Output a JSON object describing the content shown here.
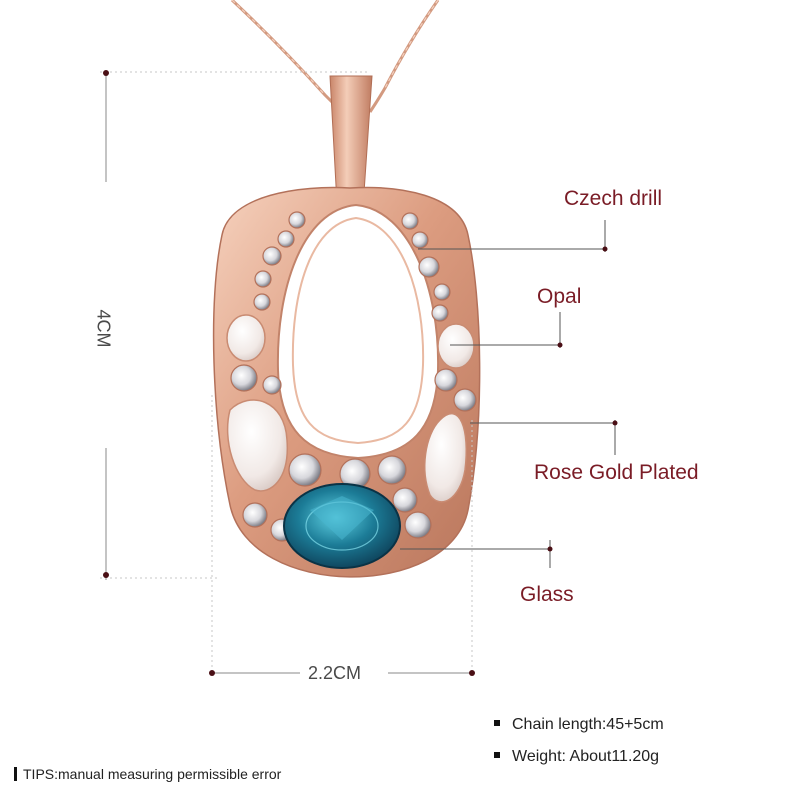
{
  "labels": {
    "czech_drill": "Czech drill",
    "opal": "Opal",
    "rose_gold": "Rose Gold Plated",
    "glass": "Glass"
  },
  "dimensions": {
    "height": "4CM",
    "width": "2.2CM"
  },
  "specs": [
    {
      "text": "Chain length:45+5cm"
    },
    {
      "text": "Weight: About11.20g"
    }
  ],
  "tips": "TIPS:manual measuring permissible error",
  "colors": {
    "label_text": "#7a1c26",
    "rose_gold": "#e2ab92",
    "opal": "#f3ece8",
    "glass": "#1f7f9a",
    "dimension_line": "#8a8a8a",
    "dot": "#4a0f15"
  }
}
